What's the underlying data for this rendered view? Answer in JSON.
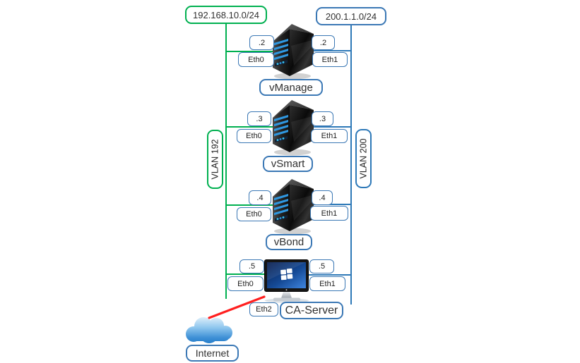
{
  "subnet_left": {
    "label": "192.168.10.0/24"
  },
  "subnet_right": {
    "label": "200.1.1.0/24"
  },
  "vlan_left": {
    "label": "VLAN 192"
  },
  "vlan_right": {
    "label": "VLAN 200"
  },
  "nodes": [
    {
      "name": "vManage",
      "icon": "server-tower",
      "left_ip": ".2",
      "left_if": "Eth0",
      "right_ip": ".2",
      "right_if": "Eth1"
    },
    {
      "name": "vSmart",
      "icon": "server-tower",
      "left_ip": ".3",
      "left_if": "Eth0",
      "right_ip": ".3",
      "right_if": "Eth1"
    },
    {
      "name": "vBond",
      "icon": "server-tower",
      "left_ip": ".4",
      "left_if": "Eth0",
      "right_ip": ".4",
      "right_if": "Eth1"
    },
    {
      "name": "CA-Server",
      "icon": "windows-monitor",
      "left_ip": ".5",
      "left_if": "Eth0",
      "right_ip": ".5",
      "right_if": "Eth1",
      "third_if": "Eth2"
    }
  ],
  "internet": {
    "label": "Internet"
  },
  "colors": {
    "vlan192_green": "#00B050",
    "vlan200_blue": "#2E79B8",
    "internet_link_red": "#FF1F1F"
  }
}
